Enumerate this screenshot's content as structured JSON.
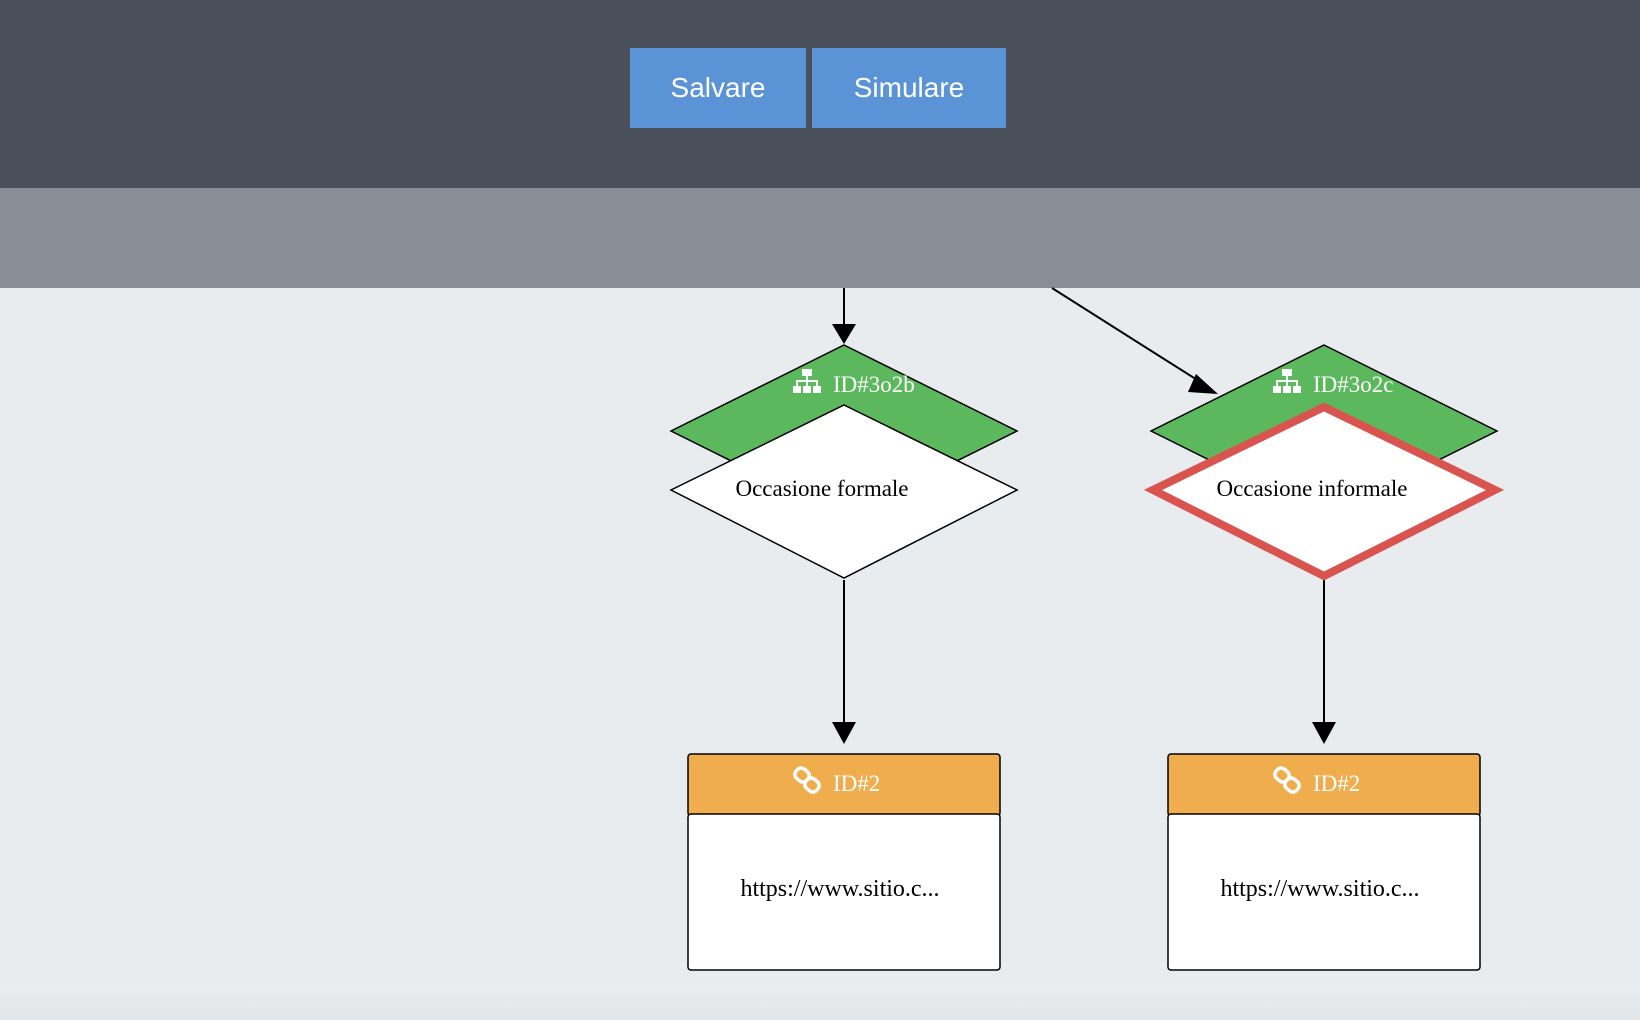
{
  "toolbar": {
    "save_label": "Salvare",
    "simulate_label": "Simulare"
  },
  "nodes": {
    "decision_1": {
      "id_label": "ID#3o2b",
      "text": "Occasione formale",
      "icon": "sitemap-icon",
      "header_color": "#5cb85c",
      "selected": false
    },
    "decision_2": {
      "id_label": "ID#3o2c",
      "text": "Occasione informale",
      "icon": "sitemap-icon",
      "header_color": "#5cb85c",
      "selected": true,
      "selection_color": "#d9534f"
    },
    "link_1": {
      "id_label": "ID#2",
      "text": "https://www.sitio.c...",
      "icon": "link-icon",
      "header_color": "#f0ad4e"
    },
    "link_2": {
      "id_label": "ID#2",
      "text": "https://www.sitio.c...",
      "icon": "link-icon",
      "header_color": "#f0ad4e"
    }
  }
}
